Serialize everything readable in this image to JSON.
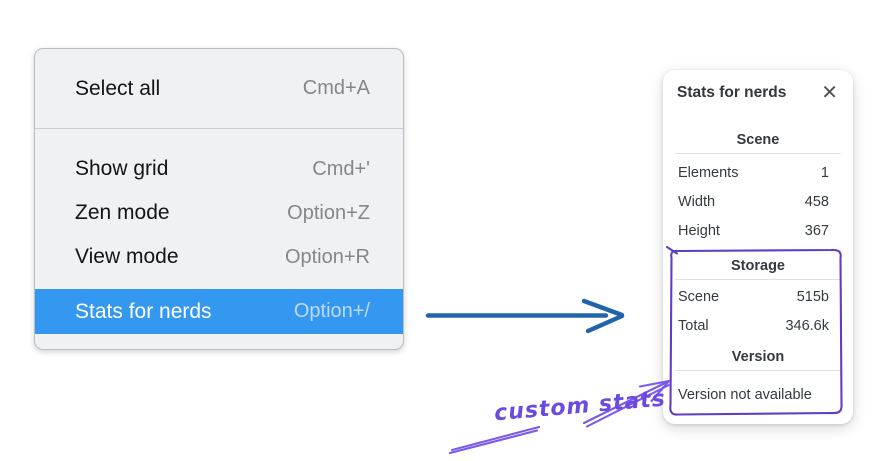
{
  "menu": {
    "sections": [
      {
        "items": [
          {
            "label": "Select all",
            "shortcut": "Cmd+A"
          }
        ]
      },
      {
        "items": [
          {
            "label": "Show grid",
            "shortcut": "Cmd+'"
          },
          {
            "label": "Zen mode",
            "shortcut": "Option+Z"
          },
          {
            "label": "View mode",
            "shortcut": "Option+R"
          },
          {
            "label": "Stats for nerds",
            "shortcut": "Option+/",
            "highlighted": true
          }
        ]
      }
    ]
  },
  "stats_panel": {
    "title": "Stats for nerds",
    "close_icon": "✕",
    "sections": [
      {
        "heading": "Scene",
        "rows": [
          [
            "Elements",
            "1"
          ],
          [
            "Width",
            "458"
          ],
          [
            "Height",
            "367"
          ]
        ]
      },
      {
        "heading": "Storage",
        "rows": [
          [
            "Scene",
            "515b"
          ],
          [
            "Total",
            "346.6k"
          ]
        ]
      },
      {
        "heading": "Version",
        "note": "Version not available"
      }
    ]
  },
  "annotation": {
    "label": "custom stats"
  },
  "colors": {
    "menu_background": "#f0f1f3",
    "menu_highlight": "#3598f0",
    "flow_arrow_blue": "#2264ac",
    "sketch_box_purple": "#5f3dc4",
    "annotation_purple": "#7b59ef"
  }
}
